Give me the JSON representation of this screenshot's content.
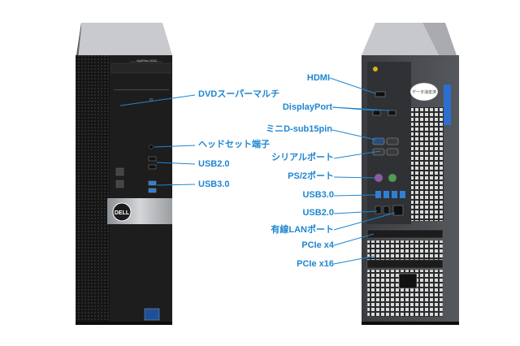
{
  "labels_front": [
    {
      "id": "dvd",
      "text": "DVDスーパーマルチ"
    },
    {
      "id": "headset",
      "text": "ヘッドセット端子"
    },
    {
      "id": "usb2",
      "text": "USB2.0"
    },
    {
      "id": "usb3",
      "text": "USB3.0"
    }
  ],
  "labels_rear": [
    {
      "id": "hdmi",
      "text": "HDMI"
    },
    {
      "id": "displayport",
      "text": "DisplayPort"
    },
    {
      "id": "minid",
      "text": "ミニD-sub15pin"
    },
    {
      "id": "serial",
      "text": "シリアルポート"
    },
    {
      "id": "ps2",
      "text": "PS/2ポート"
    },
    {
      "id": "usb3",
      "text": "USB3.0"
    },
    {
      "id": "usb2",
      "text": "USB2.0"
    },
    {
      "id": "lan",
      "text": "有線LANポート"
    },
    {
      "id": "pcie4",
      "text": "PCIe x4"
    },
    {
      "id": "pcie16",
      "text": "PCIe x16"
    }
  ],
  "front_model_text": "OptiPlex 5050",
  "brand": "DELL",
  "rear_sticker": "データ消去済",
  "colors": {
    "accent": "#1f86d0",
    "case_black": "#1b1b1b",
    "case_silver": "#b9bcc0",
    "usb3_blue": "#2f7fd6",
    "ps2_purple": "#8e5aa8",
    "ps2_green": "#4f9d4f",
    "latch_blue": "#2a6fd0"
  }
}
